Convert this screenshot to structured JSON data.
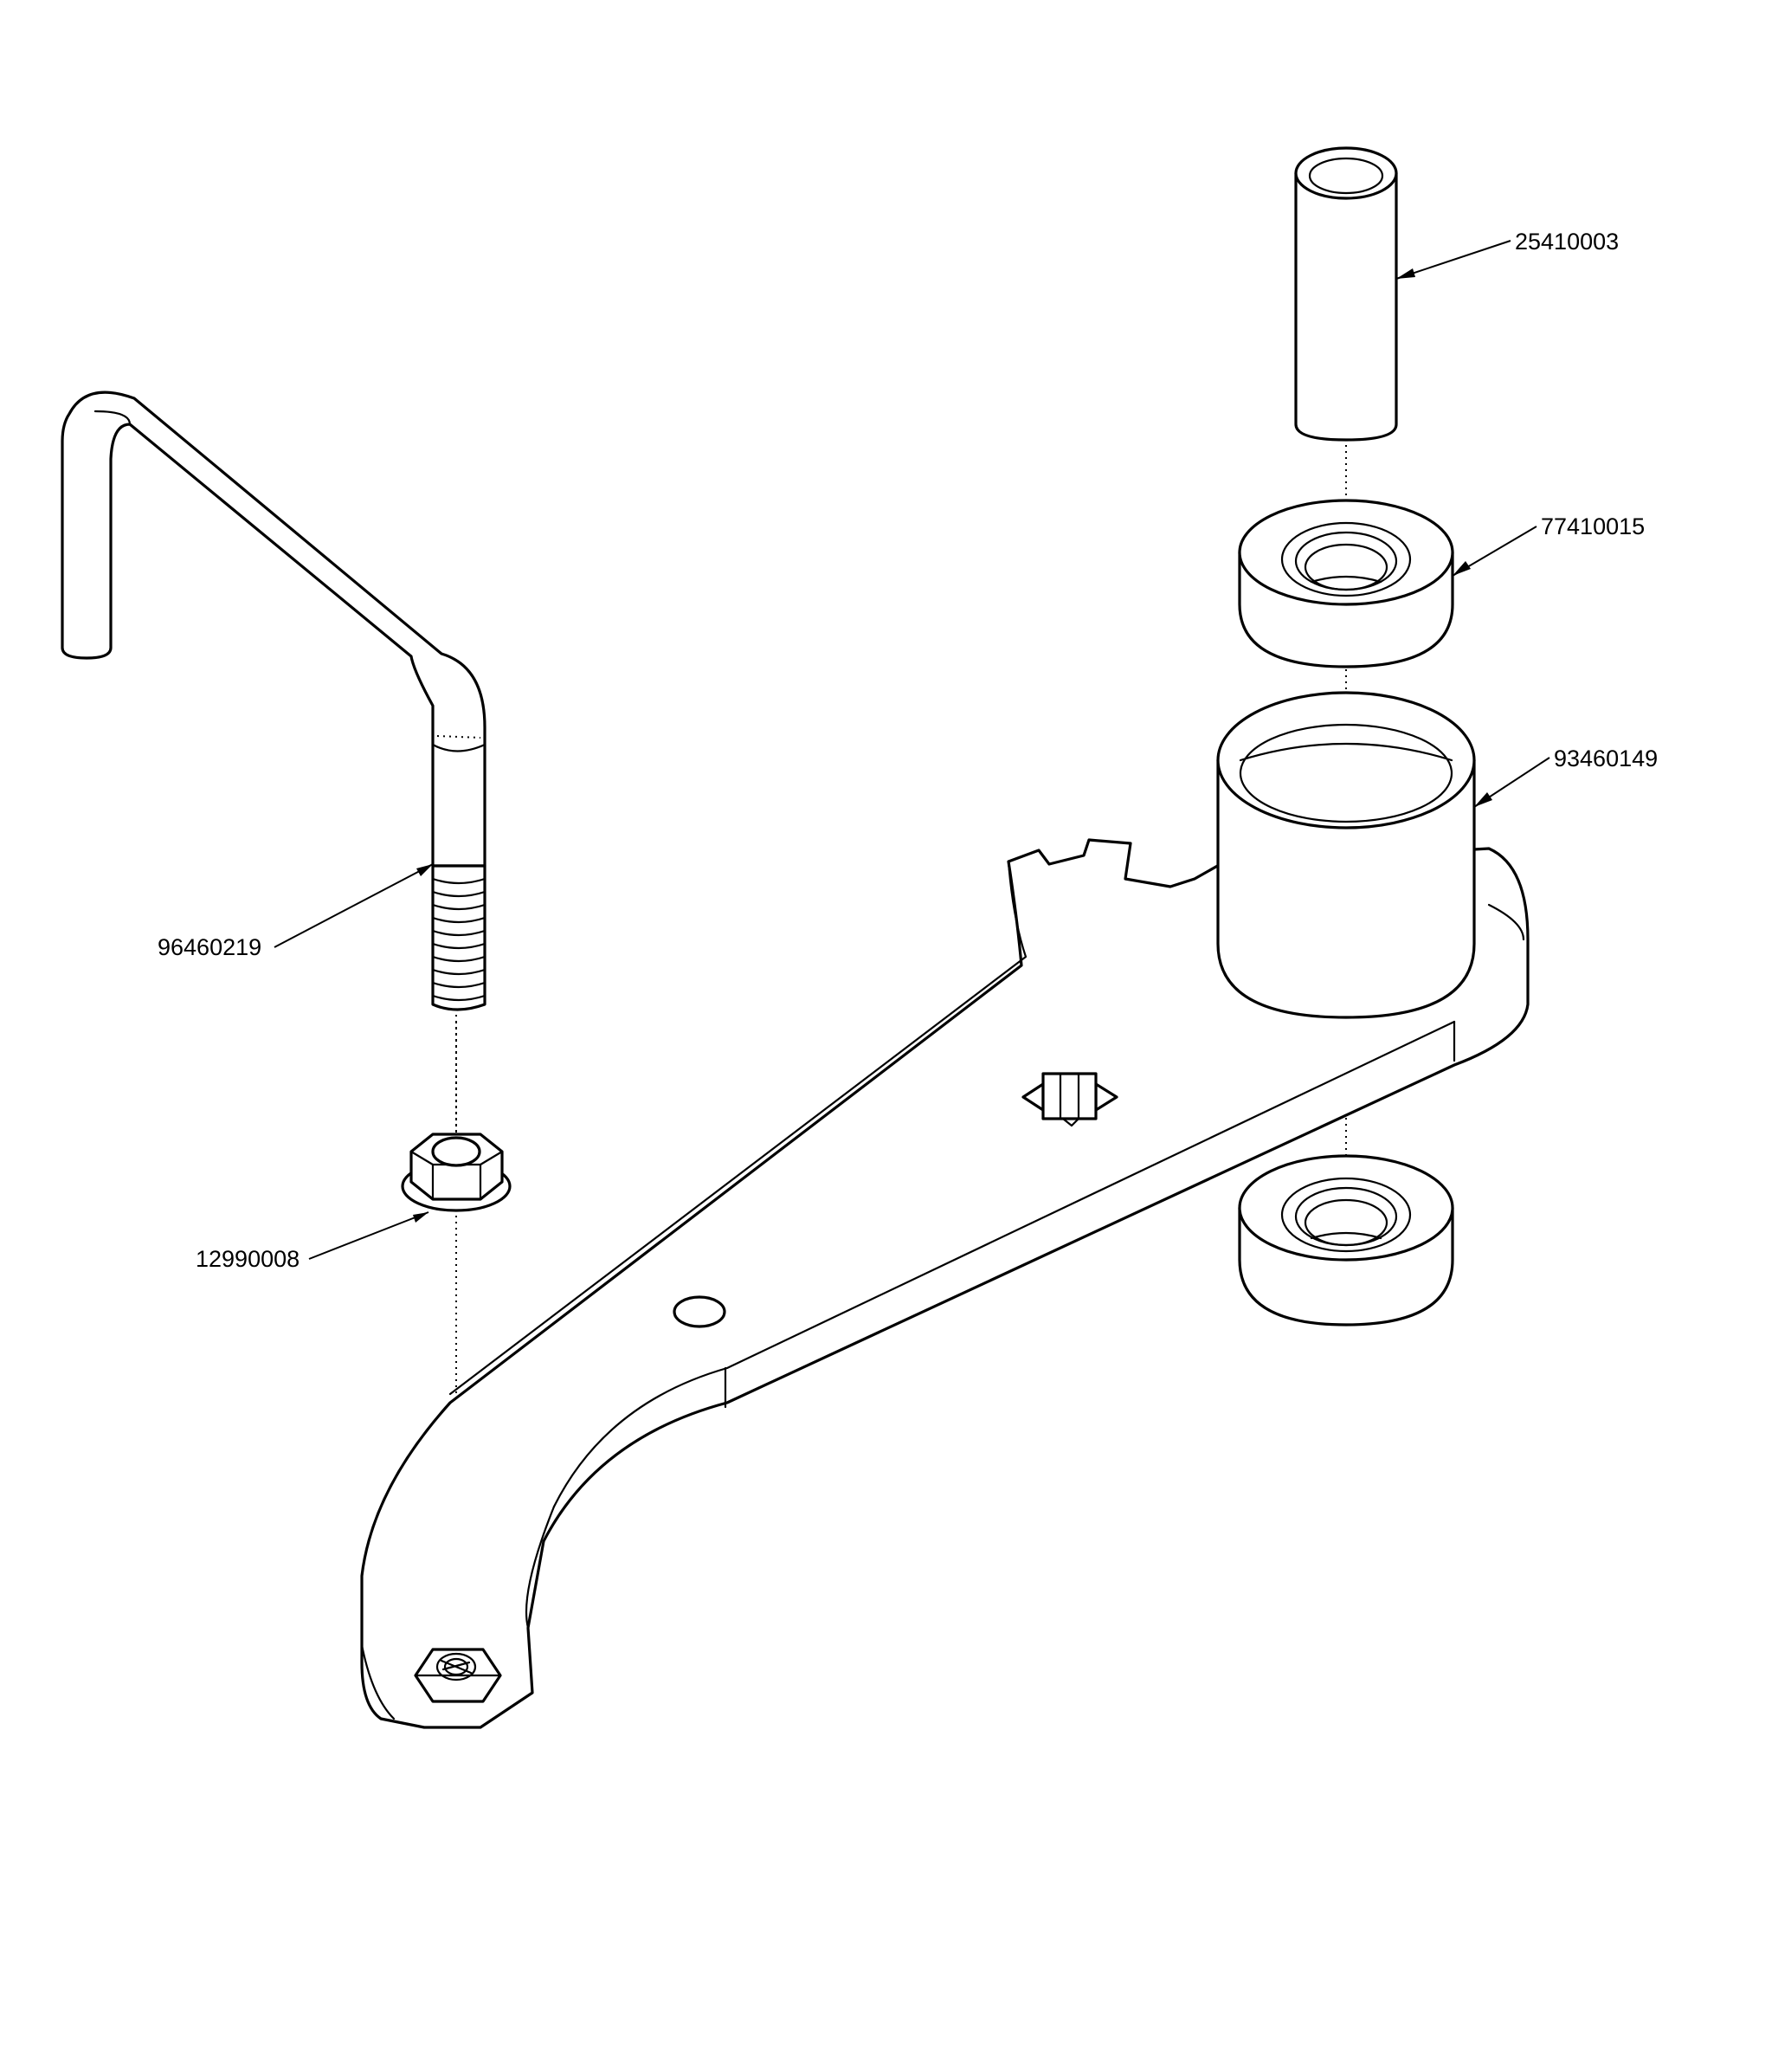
{
  "callouts": {
    "spacer_tube": "25410003",
    "bearing": "77410015",
    "arm_hub": "93460149",
    "rod": "96460219",
    "flange_nut": "12990008"
  },
  "colors": {
    "line": "#000000",
    "background": "#ffffff"
  }
}
